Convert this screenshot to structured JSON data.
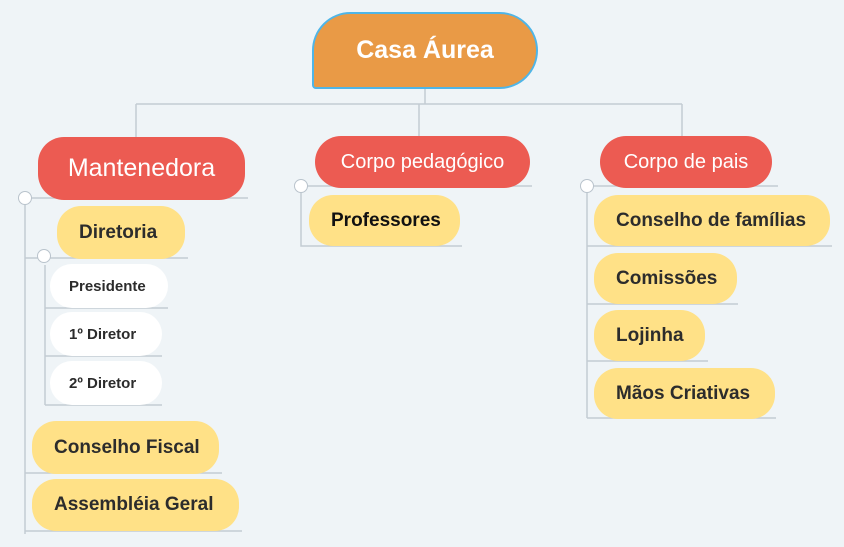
{
  "diagram": {
    "root": {
      "label": "Casa Áurea"
    },
    "branches": [
      {
        "label": "Mantenedora",
        "children": [
          {
            "label": "Diretoria",
            "children": [
              {
                "label": "Presidente"
              },
              {
                "label": "1º Diretor"
              },
              {
                "label": "2º Diretor"
              }
            ]
          },
          {
            "label": "Conselho Fiscal"
          },
          {
            "label": "Assembléia Geral"
          }
        ]
      },
      {
        "label": "Corpo pedagógico",
        "children": [
          {
            "label": "Professores"
          }
        ]
      },
      {
        "label": "Corpo de pais",
        "children": [
          {
            "label": "Conselho de famílias"
          },
          {
            "label": "Comissões"
          },
          {
            "label": "Lojinha"
          },
          {
            "label": "Mãos Criativas"
          }
        ]
      }
    ]
  },
  "colors": {
    "background": "#eff4f7",
    "root_fill": "#e99a46",
    "root_border": "#4fb5e7",
    "branch_fill": "#ec5b52",
    "leaf_yellow": "#ffe187",
    "leaf_white": "#ffffff",
    "connector": "#c3ccd3"
  }
}
